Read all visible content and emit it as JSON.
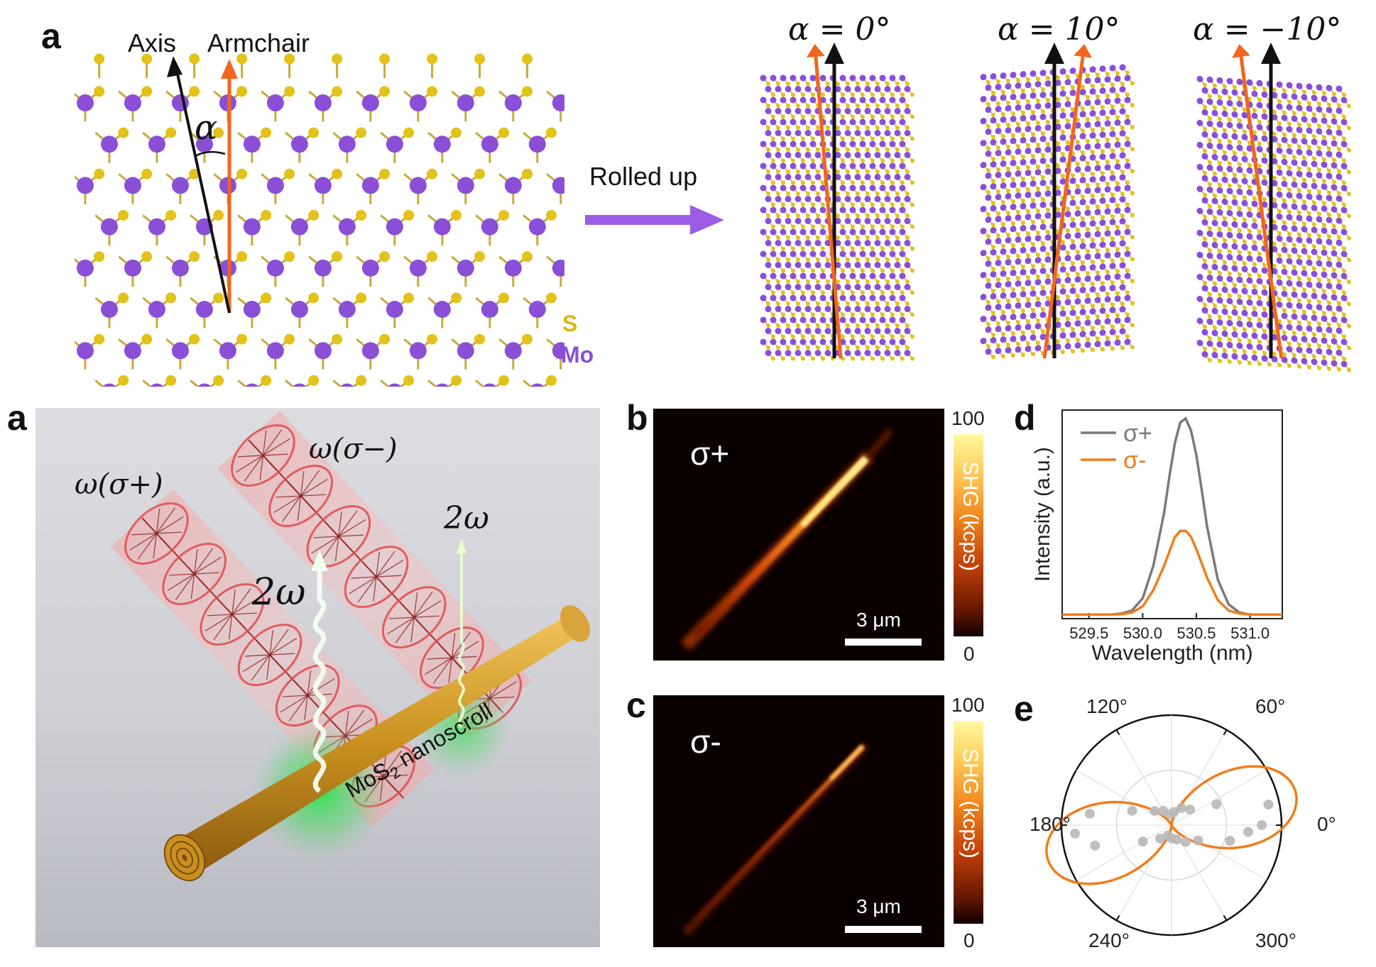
{
  "figure": {
    "top": {
      "panel_letter": "a",
      "axis_label": "Axis",
      "armchair_label": "Armchair",
      "alpha_symbol": "α",
      "s_label": "S",
      "mo_label": "Mo",
      "rolled_label": "Rolled up",
      "scroll_titles": [
        "α = 0°",
        "α = 10°",
        "α = −10°"
      ],
      "colors": {
        "mo": "#8a4fd6",
        "s": "#e3c21a",
        "armchair_arrow": "#f0661e",
        "axis_arrow": "#111111",
        "roll_arrow": "#9b5de5"
      }
    },
    "schematic": {
      "panel_letter": "a",
      "beam1_label": "ω(σ+)",
      "beam2_label": "ω(σ−)",
      "shg_big_label": "2ω",
      "shg_small_label": "2ω",
      "scroll_label_pre": "MoS",
      "scroll_label_sub": "2",
      "scroll_label_post": " nanoscroll"
    },
    "image_b": {
      "panel_letter": "b",
      "pol_label": "σ+",
      "scalebar": "3 μm",
      "cbar_max": "100",
      "cbar_min": "0",
      "cbar_title": "SHG (kcps)"
    },
    "image_c": {
      "panel_letter": "c",
      "pol_label": "σ-",
      "scalebar": "3 μm",
      "cbar_max": "100",
      "cbar_min": "0",
      "cbar_title": "SHG (kcps)"
    },
    "panel_e": {
      "panel_letter": "e",
      "angles": [
        "120°",
        "60°",
        "180°",
        "0°",
        "240°",
        "300°"
      ]
    }
  },
  "chart_data": [
    {
      "type": "line",
      "panel": "d",
      "xlabel": "Wavelength (nm)",
      "ylabel": "Intensity (a.u.)",
      "xlim": [
        529.25,
        531.3
      ],
      "ylim": [
        0,
        1.0
      ],
      "xticks": [
        "529.5",
        "530.0",
        "530.5",
        "531.0"
      ],
      "xtick_values": [
        529.5,
        530.0,
        530.5,
        531.0
      ],
      "legend_position": "top-left",
      "series": [
        {
          "name": "σ+",
          "color": "#7a7a7a",
          "x": [
            529.25,
            529.5,
            529.7,
            529.8,
            529.9,
            530.0,
            530.1,
            530.2,
            530.25,
            530.3,
            530.35,
            530.4,
            530.45,
            530.5,
            530.55,
            530.6,
            530.7,
            530.8,
            530.9,
            531.0,
            531.1,
            531.3
          ],
          "y": [
            0.02,
            0.02,
            0.02,
            0.025,
            0.04,
            0.1,
            0.26,
            0.52,
            0.7,
            0.86,
            0.96,
            0.98,
            0.92,
            0.8,
            0.63,
            0.45,
            0.19,
            0.07,
            0.03,
            0.02,
            0.02,
            0.02
          ]
        },
        {
          "name": "σ-",
          "color": "#f07d1a",
          "x": [
            529.25,
            529.5,
            529.7,
            529.8,
            529.9,
            530.0,
            530.1,
            530.2,
            530.25,
            530.3,
            530.35,
            530.4,
            530.45,
            530.5,
            530.55,
            530.6,
            530.7,
            530.8,
            530.9,
            531.0,
            531.1,
            531.3
          ],
          "y": [
            0.02,
            0.02,
            0.02,
            0.022,
            0.03,
            0.06,
            0.14,
            0.26,
            0.33,
            0.4,
            0.43,
            0.43,
            0.4,
            0.34,
            0.27,
            0.2,
            0.09,
            0.04,
            0.025,
            0.02,
            0.02,
            0.02
          ]
        }
      ]
    },
    {
      "type": "scatter",
      "panel": "e",
      "projection": "polar",
      "angle_labels_deg": [
        0,
        60,
        120,
        180,
        240,
        300
      ],
      "grid": true,
      "series": [
        {
          "name": "fit",
          "kind": "line",
          "color": "#f07d1a",
          "lobe_axis_deg": 8,
          "major_amplitude": 1.0,
          "minor_amplitude": 0.32
        },
        {
          "name": "data",
          "kind": "points",
          "color": "#b8b8b8",
          "theta_deg": [
            0,
            12,
            25,
            40,
            60,
            80,
            100,
            120,
            140,
            160,
            172,
            185,
            195,
            210,
            230,
            250,
            270,
            290,
            310,
            330,
            345,
            355
          ],
          "r": [
            0.82,
            0.9,
            0.45,
            0.22,
            0.18,
            0.12,
            0.1,
            0.15,
            0.2,
            0.38,
            0.75,
            0.88,
            0.72,
            0.3,
            0.16,
            0.1,
            0.12,
            0.14,
            0.2,
            0.28,
            0.55,
            0.7
          ]
        }
      ]
    }
  ]
}
